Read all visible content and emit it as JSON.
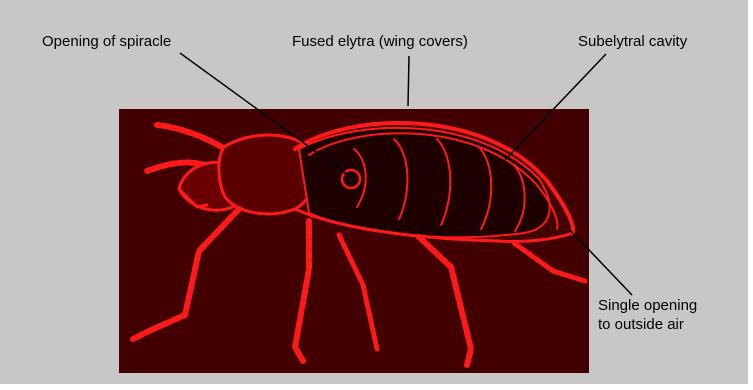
{
  "labels": {
    "spiracle": "Opening of spiracle",
    "elytra": "Fused elytra (wing covers)",
    "cavity": "Subelytral cavity",
    "opening_line1": "Single opening",
    "opening_line2": "to outside air"
  },
  "colors": {
    "panel_background": "#c7c7c7",
    "image_background": "#420000",
    "beetle_outline": "#ff1a1a",
    "leader_lines": "#000000"
  }
}
